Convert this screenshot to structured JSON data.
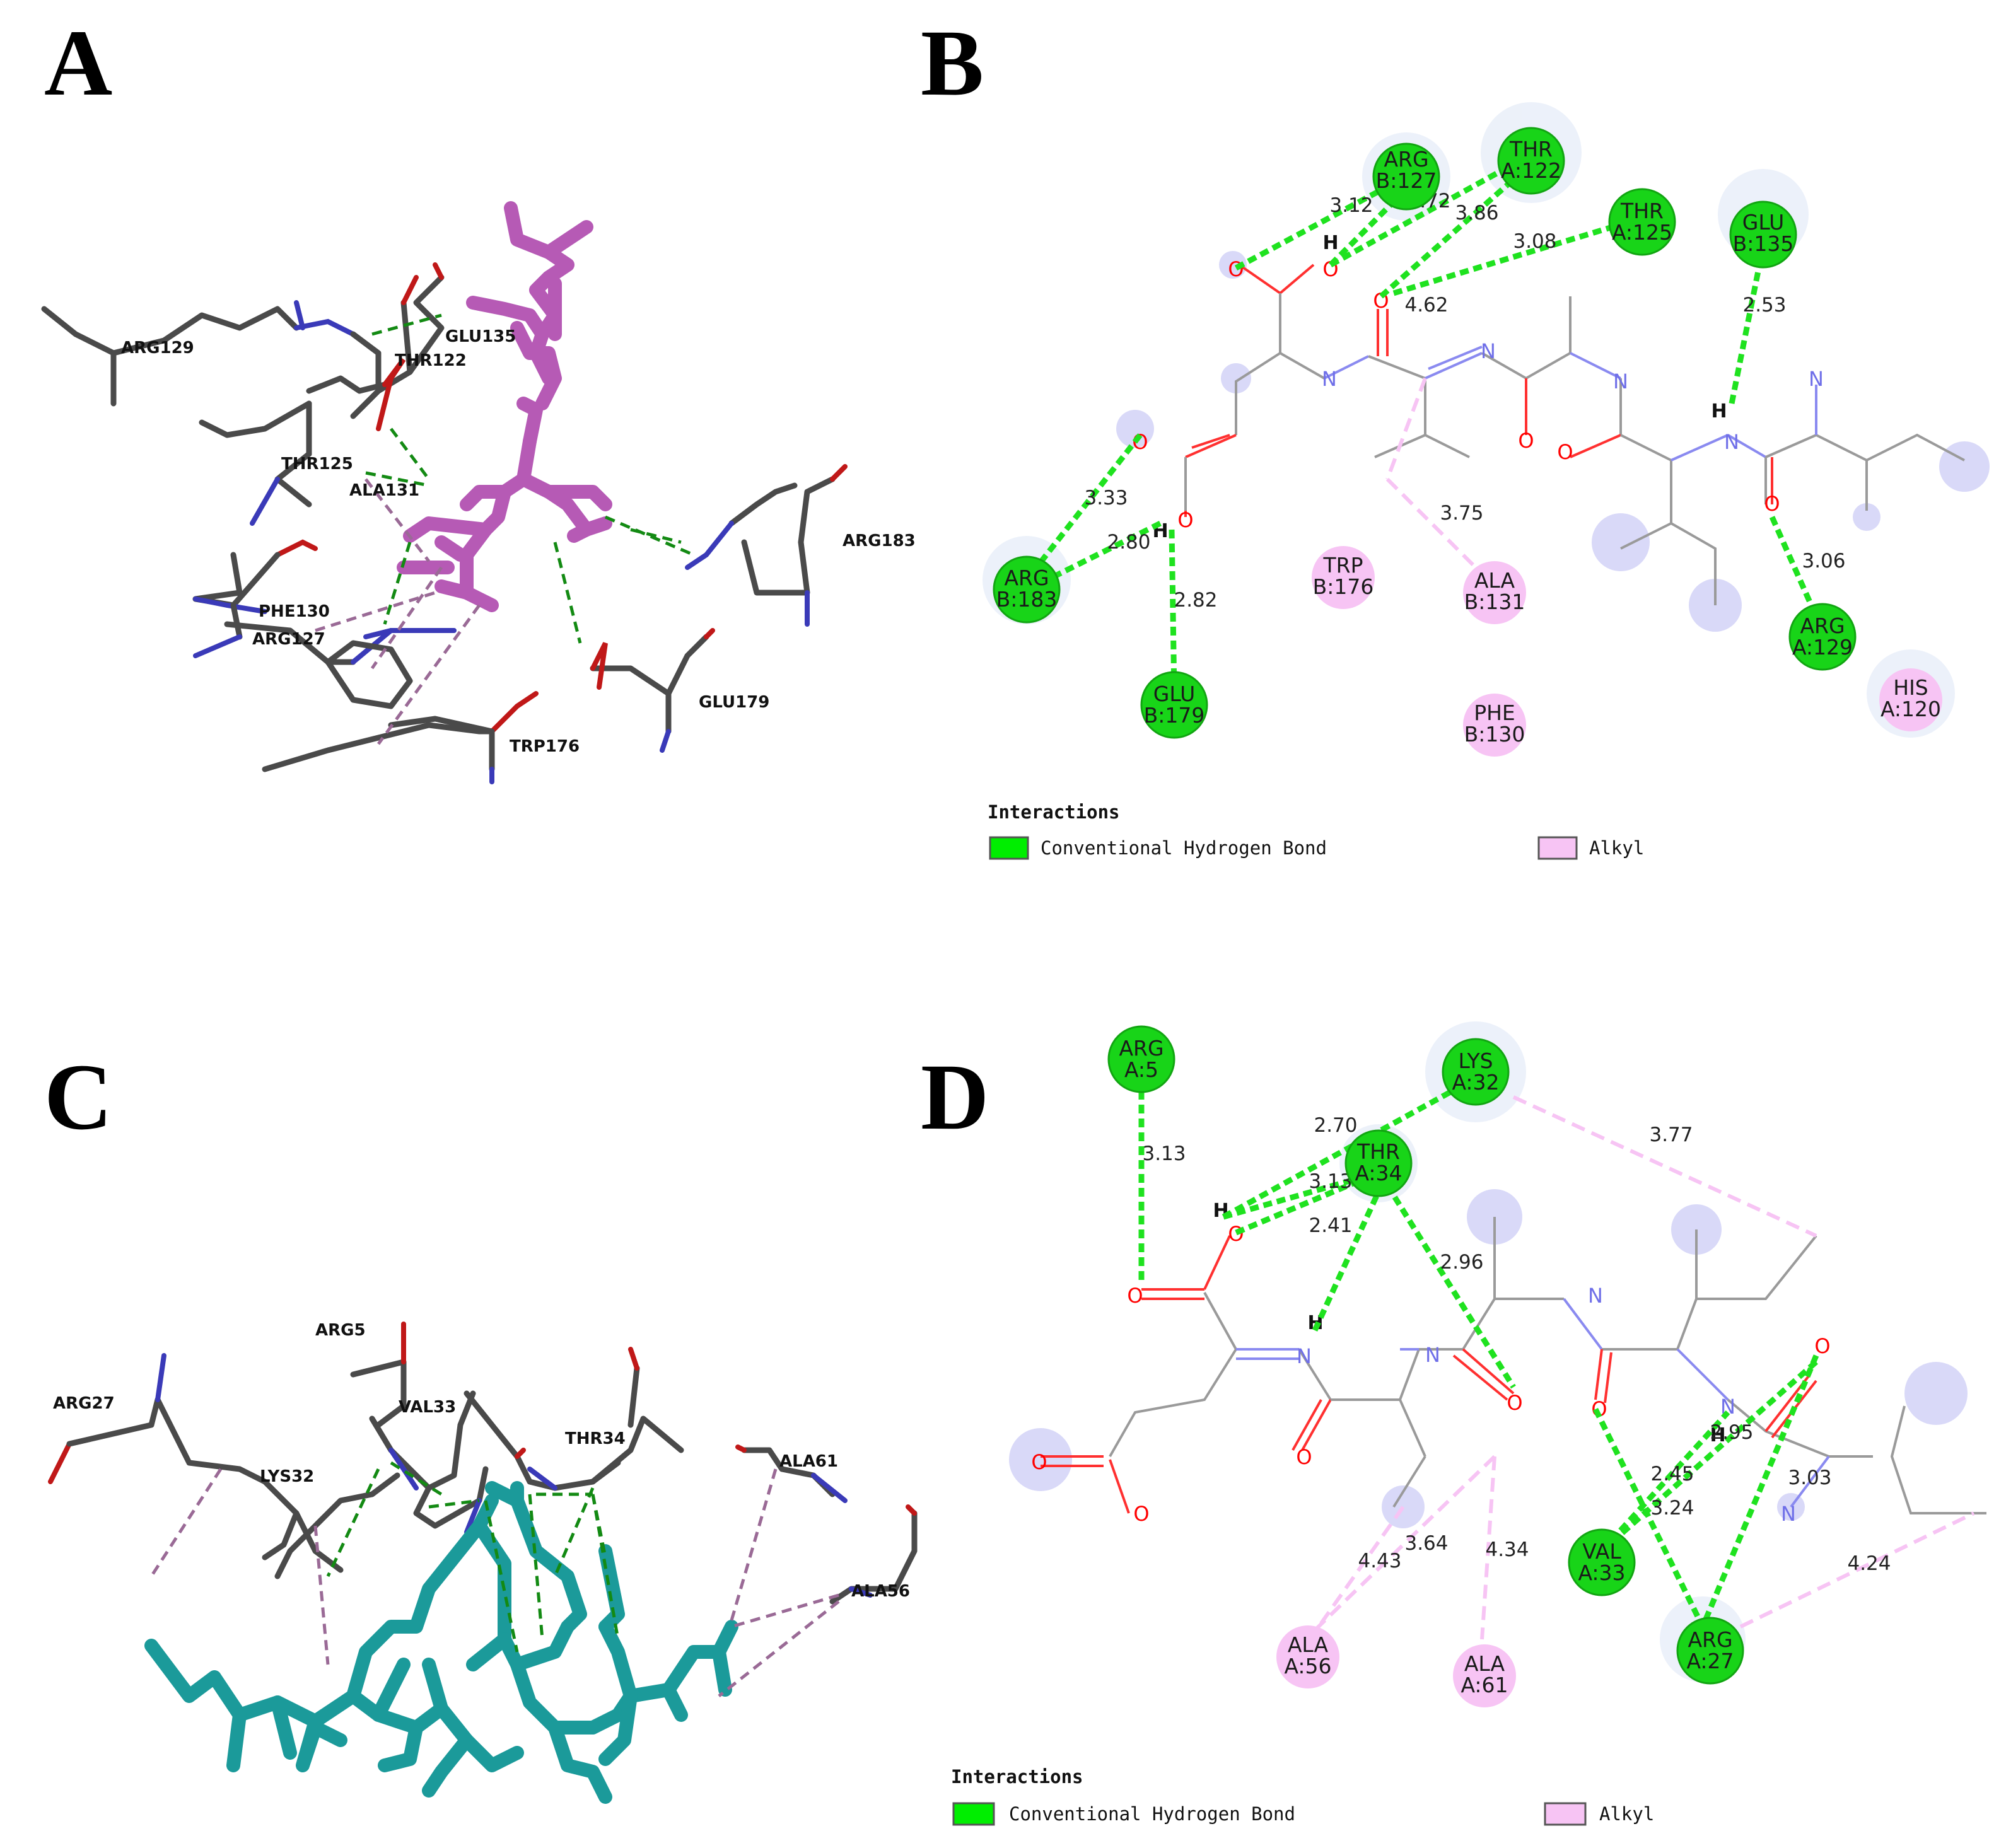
{
  "panels": {
    "A": {
      "letter": "A",
      "residues": [
        "ARG129",
        "GLU135",
        "THR122",
        "THR125",
        "ALA131",
        "ARG183",
        "PHE130",
        "ARG127",
        "GLU179",
        "TRP176"
      ]
    },
    "B": {
      "letter": "B",
      "residues": {
        "arg127": "ARG B:127",
        "thr122": "THR A:122",
        "thr125": "THR A:125",
        "glu135": "GLU B:135",
        "arg183": "ARG B:183",
        "trp176": "TRP B:176",
        "ala131": "ALA B:131",
        "arg129": "ARG A:129",
        "glu179": "GLU B:179",
        "phe130": "PHE B:130",
        "his120": "HIS A:120"
      },
      "distances": [
        "3.12",
        "2.72",
        "3.86",
        "3.08",
        "4.62",
        "2.53",
        "3.33",
        "2.80",
        "2.82",
        "3.75",
        "3.06"
      ],
      "legend": {
        "title": "Interactions",
        "items": [
          "Conventional Hydrogen Bond",
          "Alkyl"
        ],
        "colors": [
          "#00ee00",
          "#f7c4f4"
        ]
      }
    },
    "C": {
      "letter": "C",
      "residues": [
        "ARG5",
        "VAL33",
        "ARG27",
        "LYS32",
        "THR34",
        "ALA61",
        "ALA56"
      ]
    },
    "D": {
      "letter": "D",
      "residues": {
        "arg5": "ARG A:5",
        "lys32": "LYS A:32",
        "thr34": "THR A:34",
        "val33": "VAL A:33",
        "arg27": "ARG A:27",
        "ala56": "ALA A:56",
        "ala61": "ALA A:61"
      },
      "distances": [
        "3.13",
        "2.70",
        "3.13",
        "2.41",
        "2.96",
        "3.77",
        "2.95",
        "2.45",
        "3.24",
        "3.03",
        "3.64",
        "4.43",
        "4.34",
        "4.24"
      ],
      "legend": {
        "title": "Interactions",
        "items": [
          "Conventional Hydrogen Bond",
          "Alkyl"
        ],
        "colors": [
          "#00ee00",
          "#f7c4f4"
        ]
      }
    }
  },
  "colors": {
    "hbond": "#1fe21f",
    "alkyl": "#f7c4f4",
    "ligandA": "#b65ab5",
    "ligandC": "#1b9a9a",
    "residue_stick": "#4a4a4a"
  }
}
